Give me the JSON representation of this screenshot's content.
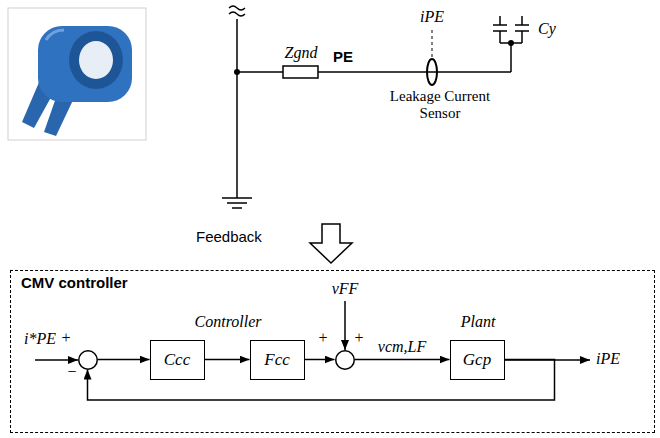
{
  "diagram": {
    "nodes": [
      {
        "text": [
          "CMV controller"
        ]
      },
      {
        "text": [
          "+",
          "−"
        ],
        "in": 0
      },
      {
        "text": [
          "Ccc"
        ],
        "in": 0
      },
      {
        "text": [
          "Fcc"
        ],
        "in": 0
      },
      {
        "text": [
          "+",
          "+"
        ],
        "in": 0
      },
      {
        "text": [
          "Gcp"
        ],
        "in": 0
      }
    ],
    "edges": [
      {
        "from": 1,
        "to": 2,
        "arrow": "to"
      },
      {
        "from": 2,
        "to": 3,
        "arrow": "to"
      },
      {
        "from": 3,
        "to": 4,
        "arrow": "to"
      },
      {
        "from": 4,
        "to": 5,
        "label": "vcm,LF",
        "arrow": "to"
      },
      {
        "from": 5,
        "to": 1,
        "arrow": "to"
      }
    ],
    "labels": [
      "Zgnd",
      "PE",
      "iPE",
      "Leakage Current Sensor",
      "Cy",
      "Feedback",
      "Controller",
      "i*PE",
      "vFF",
      "Plant",
      "iPE"
    ]
  }
}
